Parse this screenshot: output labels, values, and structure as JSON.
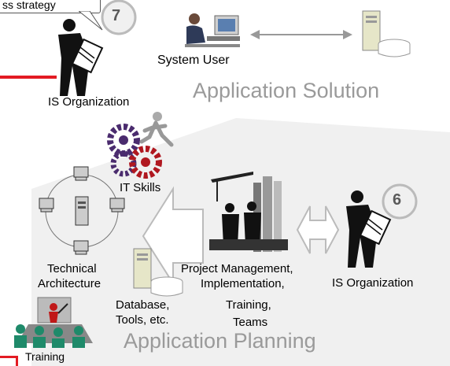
{
  "callout": {
    "text": "ss strategy"
  },
  "top": {
    "badge": "7",
    "org_label": "IS Organization",
    "system_user": "System User",
    "heading": "Application Solution"
  },
  "middle": {
    "badge": "6",
    "it_skills": "IT Skills",
    "tech_line1": "Technical",
    "tech_line2": "Architecture",
    "pm_line1": "Project Management,",
    "pm_line2": "Implementation,",
    "pm_line3": "Training,",
    "pm_line4": "Teams",
    "db_line1": "Database,",
    "db_line2": "Tools, etc.",
    "org_label": "IS Organization",
    "heading": "Application Planning",
    "training": "Training"
  },
  "colors": {
    "accent_red": "#e31b23",
    "house_gray": "#f0f0f0",
    "heading_gray": "#9a9a9a"
  }
}
